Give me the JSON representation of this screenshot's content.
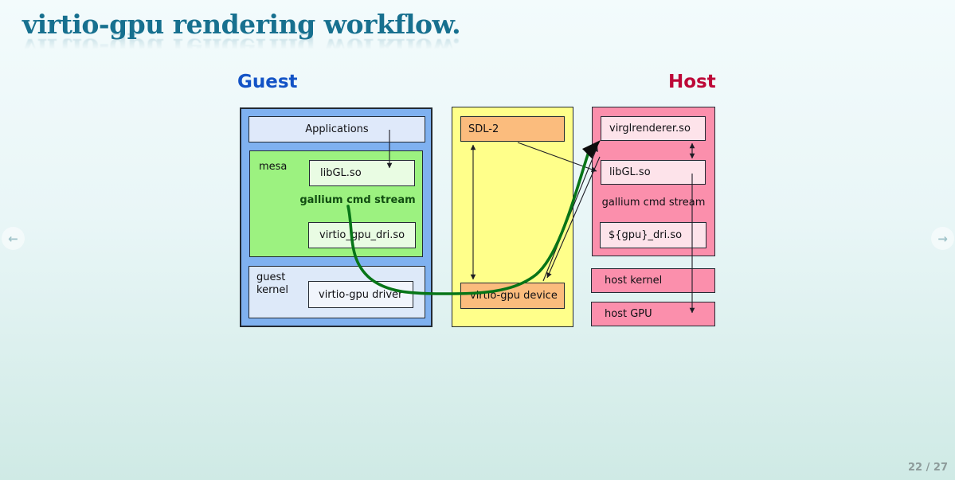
{
  "slide": {
    "title": "virtio-gpu rendering workflow.",
    "page_indicator": "22 / 27"
  },
  "sections": {
    "guest_label": "Guest",
    "host_label": "Host"
  },
  "guest": {
    "applications": "Applications",
    "mesa": "mesa",
    "libgl": "libGL.so",
    "gallium_cmd_stream": "gallium cmd stream",
    "virtio_gpu_dri": "virtio_gpu_dri.so",
    "kernel": "guest\nkernel",
    "virtio_gpu_driver": "virtio-gpu driver"
  },
  "vm_transport": {
    "sdl2": "SDL-2",
    "virtio_gpu_device": "virtio-gpu device"
  },
  "host": {
    "virglrenderer": "virglrenderer.so",
    "libgl": "libGL.so",
    "gallium_cmd_stream": "gallium cmd stream",
    "gpu_dri": "${gpu}_dri.so",
    "kernel": "host kernel",
    "gpu": "host GPU"
  },
  "edges": [
    {
      "from": "Applications",
      "to": "libGL.so (guest)"
    },
    {
      "from": "SDL-2",
      "to": "virtio-gpu device",
      "bidirectional": true
    },
    {
      "from": "SDL-2",
      "to": "libGL.so (host)"
    },
    {
      "from": "virtio-gpu device",
      "to": "virglrenderer.so"
    },
    {
      "from": "virglrenderer.so",
      "to": "virtio-gpu device"
    },
    {
      "from": "virglrenderer.so",
      "to": "libGL.so (host)",
      "bidirectional": true
    },
    {
      "from": "libGL.so (host)",
      "to": "host GPU"
    },
    {
      "from": "gallium cmd stream (guest)",
      "to": "virglrenderer.so",
      "style": "thick-green-curve"
    }
  ],
  "nav": {
    "prev": "←",
    "next": "→"
  },
  "colors": {
    "title": "#17708f",
    "guest_label": "#1353c6",
    "host_label": "#bd0837",
    "guest_box": "#7fb1f0",
    "mesa_box": "#9cf280",
    "transport_box": "#ffff8a",
    "transport_inner": "#fbbc7d",
    "host_box": "#fb8fac",
    "host_inner": "#fde3ea",
    "stream": "#077517"
  }
}
